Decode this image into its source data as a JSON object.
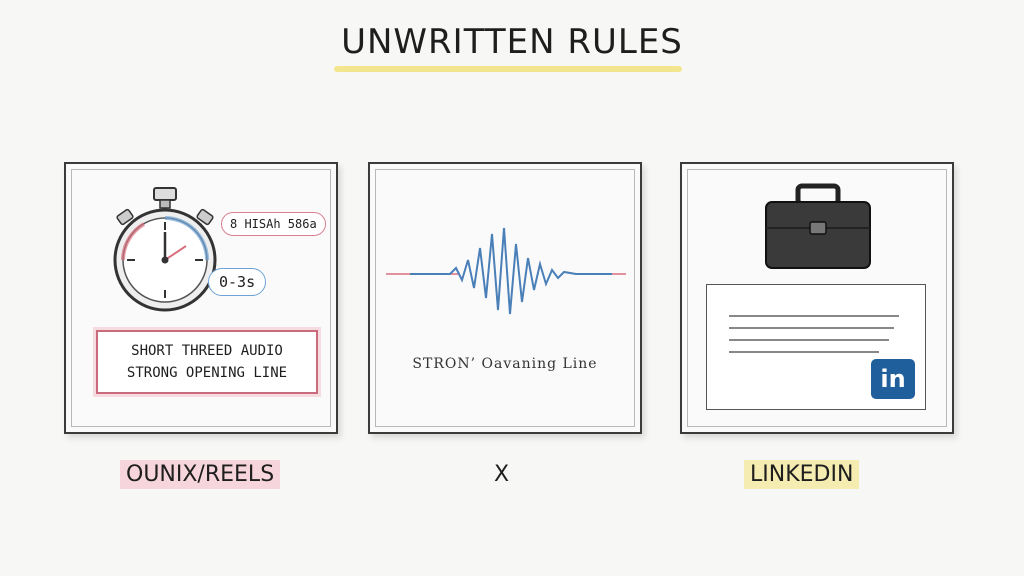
{
  "title": "UNWRITTEN RULES",
  "panels": [
    {
      "bubble_top": "8 HISAh 586a",
      "bubble_bottom": "0-3s",
      "caption_line_1": "SHORT THREED AUDIO",
      "caption_line_2": "STRONG OPENING LINE",
      "label": "OUNIX/REELS"
    },
    {
      "caption": "STRON’ Oavaning Line",
      "label": "X"
    },
    {
      "badge": "in",
      "label": "LINKEDIN"
    }
  ],
  "colors": {
    "highlight_yellow": "#f2e27a",
    "highlight_pink": "#f6d5dc",
    "accent_blue": "#1f5f9c",
    "wave_blue": "#4a7fb8",
    "wave_red": "#d9707f"
  }
}
